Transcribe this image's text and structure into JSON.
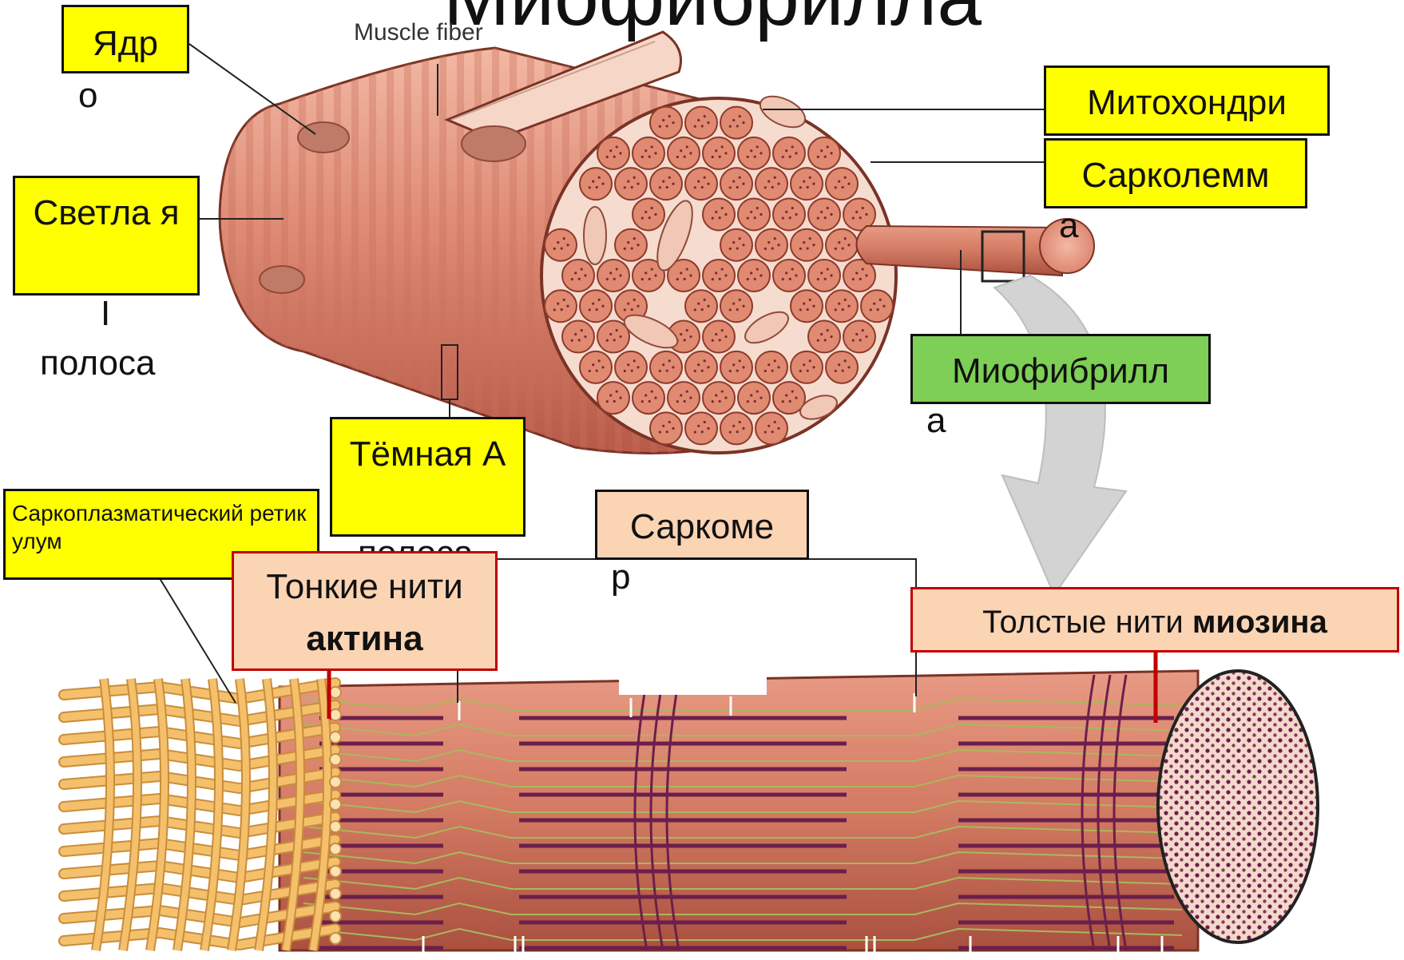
{
  "title_fragment": "Миофибрилла",
  "labels": {
    "nucleus_box": "Ядр",
    "nucleus_tail": "о",
    "muscle_fiber": "Muscle fiber",
    "light_band_box": "Светла я",
    "light_band_tail_1": "I",
    "light_band_tail_2": "полоса",
    "dark_band_box": "Тёмная А",
    "dark_band_tail": "полоса",
    "mitochondria_box": "Митохондри",
    "sarcolemma_box": "Сарколемм",
    "sarcolemma_tail": "а",
    "myofibril_box": "Миофибрилл",
    "myofibril_tail": "а",
    "sarcomere_box": "Саркоме",
    "sarcomere_tail": "р",
    "sr_box": "Саркоплазматический ретикулум",
    "thin_box_1": "Тонкие нити",
    "thin_box_2": "актина",
    "thick_box_1": "Толстые нити",
    "thick_box_2": "миозина"
  },
  "colors": {
    "label_yellow": "#ffff00",
    "label_green": "#7dcf55",
    "label_peach": "#fbd4b4",
    "label_border_red": "#c00000",
    "muscle_tissue": "#d9826c",
    "myosin_filament": "#6b1f4a",
    "reticulum": "#f5c06b"
  }
}
